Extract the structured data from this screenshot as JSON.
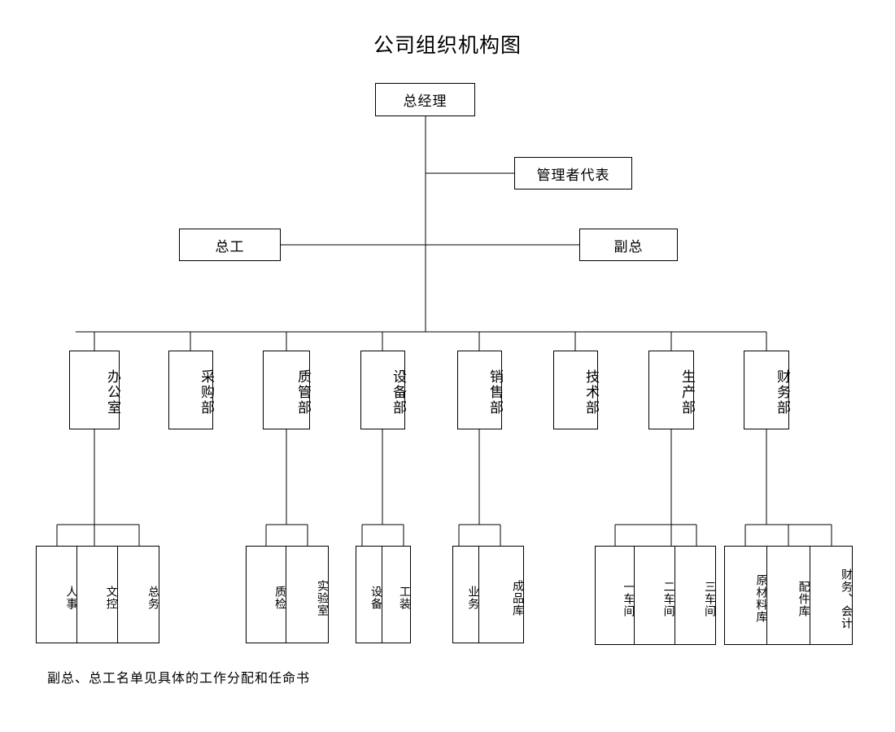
{
  "page": {
    "title": "公司组织机构图",
    "footer_note": "副总、总工名单见具体的工作分配和任命书",
    "line_color": "#000000",
    "background": "#ffffff",
    "text_color": "#000000"
  },
  "chart_data": {
    "type": "diagram",
    "title": "公司组织机构图",
    "orientation": "top-down",
    "levels": [
      {
        "level": 1,
        "nodes": [
          {
            "id": "gm",
            "label": "总经理",
            "orientation": "horizontal"
          }
        ]
      },
      {
        "level": 2,
        "nodes": [
          {
            "id": "mgmt_rep",
            "label": "管理者代表",
            "orientation": "horizontal",
            "parent": "gm",
            "attachment": "side-right"
          }
        ]
      },
      {
        "level": 3,
        "nodes": [
          {
            "id": "chief_eng",
            "label": "总工",
            "orientation": "horizontal",
            "parent": "gm",
            "attachment": "side-left"
          },
          {
            "id": "vp",
            "label": "副总",
            "orientation": "horizontal",
            "parent": "gm",
            "attachment": "side-right"
          }
        ]
      },
      {
        "level": 4,
        "nodes": [
          {
            "id": "office",
            "label": "办公室",
            "orientation": "vertical",
            "parent": "gm"
          },
          {
            "id": "purchasing",
            "label": "采购部",
            "orientation": "vertical",
            "parent": "gm"
          },
          {
            "id": "quality",
            "label": "质管部",
            "orientation": "vertical",
            "parent": "gm"
          },
          {
            "id": "equipment",
            "label": "设备部",
            "orientation": "vertical",
            "parent": "gm"
          },
          {
            "id": "sales",
            "label": "销售部",
            "orientation": "vertical",
            "parent": "gm"
          },
          {
            "id": "technical",
            "label": "技术部",
            "orientation": "vertical",
            "parent": "gm"
          },
          {
            "id": "production",
            "label": "生产部",
            "orientation": "vertical",
            "parent": "gm"
          },
          {
            "id": "finance",
            "label": "财务部",
            "orientation": "vertical",
            "parent": "gm"
          }
        ]
      },
      {
        "level": 5,
        "groups": [
          {
            "id": "office_subs",
            "parent": "office",
            "cells": [
              "人事",
              "文控",
              "总务"
            ]
          },
          {
            "id": "quality_subs",
            "parent": "quality",
            "cells": [
              "质检",
              "实验室"
            ]
          },
          {
            "id": "equipment_subs",
            "parent": "equipment",
            "cells": [
              "设备",
              "工装"
            ]
          },
          {
            "id": "sales_subs",
            "parent": "sales",
            "cells": [
              "业务",
              "成品库"
            ]
          },
          {
            "id": "production_subs",
            "parent": "production",
            "cells": [
              "一车间",
              "二车间",
              "三车间"
            ]
          },
          {
            "id": "finance_subs",
            "parent": "finance",
            "cells": [
              "原材料库",
              "配件库",
              "财务、会计"
            ]
          }
        ]
      }
    ]
  },
  "nodes": {
    "gm": "总经理",
    "mgmt_rep": "管理者代表",
    "chief_eng": "总工",
    "vp": "副总"
  },
  "departments": [
    {
      "label": "办公室"
    },
    {
      "label": "采购部"
    },
    {
      "label": "质管部"
    },
    {
      "label": "设备部"
    },
    {
      "label": "销售部"
    },
    {
      "label": "技术部"
    },
    {
      "label": "生产部"
    },
    {
      "label": "财务部"
    }
  ],
  "subgroups": {
    "office": [
      "人事",
      "文控",
      "总务"
    ],
    "quality": [
      "质检",
      "实验室"
    ],
    "equipment": [
      "设备",
      "工装"
    ],
    "sales": [
      "业务",
      "成品库"
    ],
    "production": [
      "一车间",
      "二车间",
      "三车间"
    ],
    "finance": [
      "原材料库",
      "配件库",
      "财务、会计"
    ]
  }
}
